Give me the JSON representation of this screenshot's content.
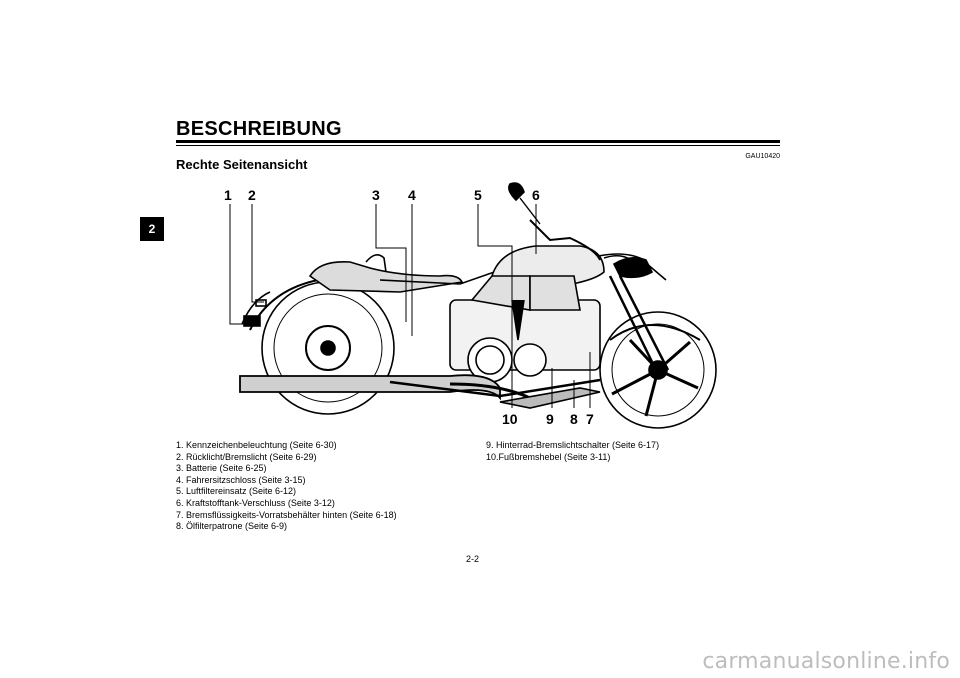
{
  "chapter_tab": "2",
  "page_title": "BESCHREIBUNG",
  "ref_code": "GAU10420",
  "section_title": "Rechte Seitenansicht",
  "callouts_top": [
    "1",
    "2",
    "3",
    "4",
    "5",
    "6"
  ],
  "callouts_bottom": [
    "10",
    "9",
    "8",
    "7"
  ],
  "captions_left": [
    "1. Kennzeichenbeleuchtung (Seite 6-30)",
    "2. Rücklicht/Bremslicht (Seite 6-29)",
    "3. Batterie (Seite 6-25)",
    "4. Fahrersitzschloss (Seite 3-15)",
    "5. Luftfiltereinsatz (Seite 6-12)",
    "6. Kraftstofftank-Verschluss (Seite 3-12)",
    "7. Bremsflüssigkeits-Vorratsbehälter hinten (Seite 6-18)",
    "8. Ölfilterpatrone (Seite 6-9)"
  ],
  "captions_right": [
    "9. Hinterrad-Bremslichtschalter (Seite 6-17)",
    "10.Fußbremshebel (Seite 3-11)"
  ],
  "page_number": "2-2",
  "watermark": "carmanualsonline.info"
}
